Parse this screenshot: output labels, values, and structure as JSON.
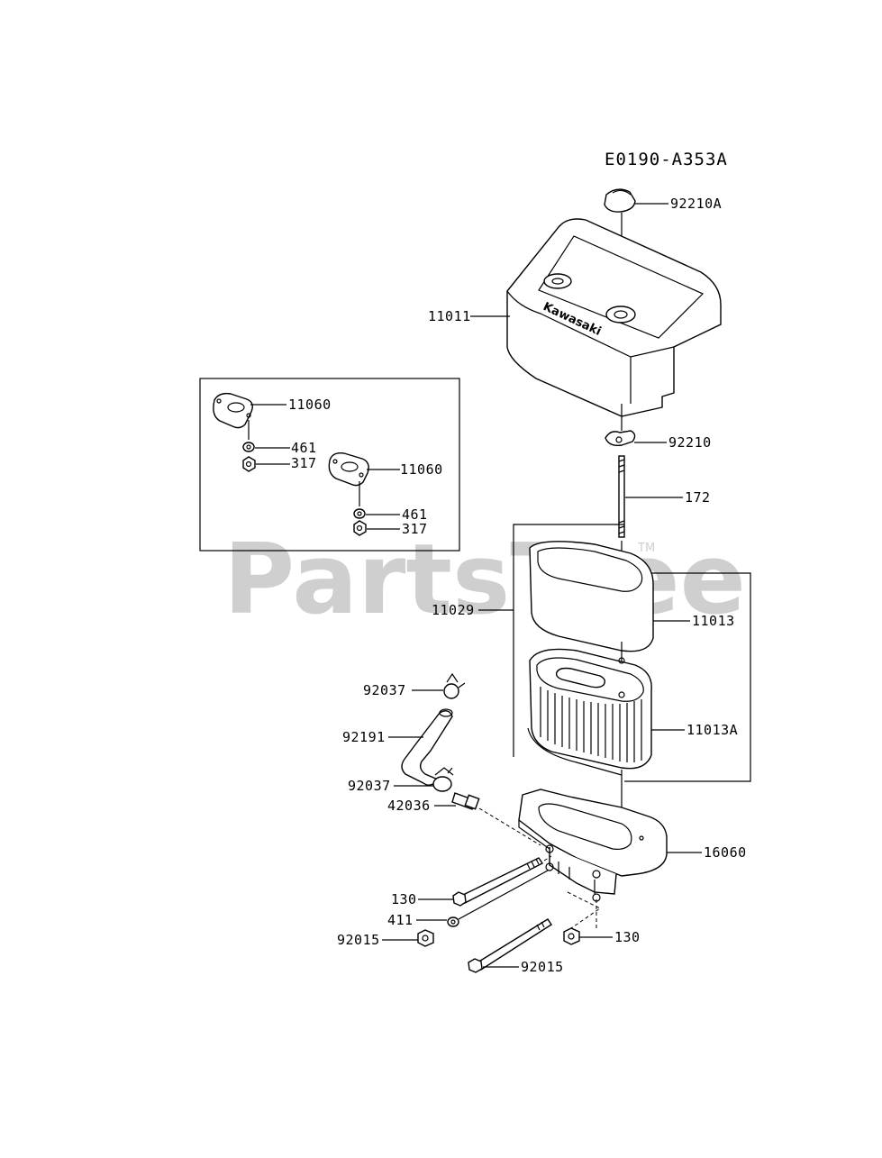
{
  "diagram": {
    "reference_code": "E0190-A353A",
    "watermark": "PartsTree",
    "trademark": "TM",
    "brand_mark": "Kawasaki",
    "parts": [
      {
        "id": "p-92210A",
        "label": "92210A"
      },
      {
        "id": "p-11011",
        "label": "11011"
      },
      {
        "id": "p-92210",
        "label": "92210"
      },
      {
        "id": "p-172",
        "label": "172"
      },
      {
        "id": "p-11029",
        "label": "11029"
      },
      {
        "id": "p-11013",
        "label": "11013"
      },
      {
        "id": "p-11013A",
        "label": "11013A"
      },
      {
        "id": "p-92037-top",
        "label": "92037"
      },
      {
        "id": "p-92191",
        "label": "92191"
      },
      {
        "id": "p-92037-bot",
        "label": "92037"
      },
      {
        "id": "p-42036",
        "label": "42036"
      },
      {
        "id": "p-16060",
        "label": "16060"
      },
      {
        "id": "p-130-top",
        "label": "130"
      },
      {
        "id": "p-411",
        "label": "411"
      },
      {
        "id": "p-92015-left",
        "label": "92015"
      },
      {
        "id": "p-92015-right",
        "label": "92015"
      },
      {
        "id": "p-130-bot",
        "label": "130"
      },
      {
        "id": "p-11060-a",
        "label": "11060"
      },
      {
        "id": "p-461-a",
        "label": "461"
      },
      {
        "id": "p-317-a",
        "label": "317"
      },
      {
        "id": "p-11060-b",
        "label": "11060"
      },
      {
        "id": "p-461-b",
        "label": "461"
      },
      {
        "id": "p-317-b",
        "label": "317"
      }
    ]
  }
}
